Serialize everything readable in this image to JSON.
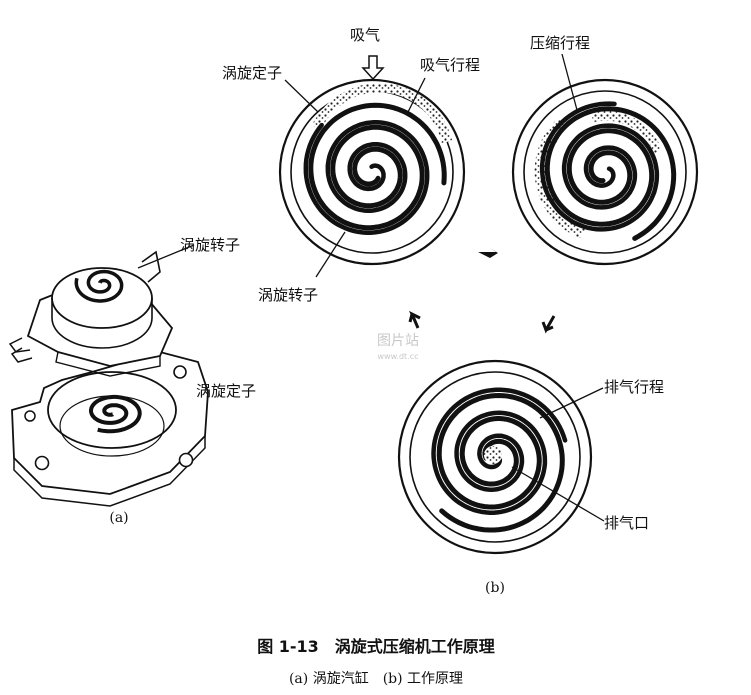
{
  "labels": {
    "intake_top": "吸气",
    "fixed_scroll_b": "涡旋定子",
    "intake_stroke": "吸气行程",
    "compression_stroke": "压缩行程",
    "orbiting_scroll_b": "涡旋转子",
    "orbiting_scroll_a": "涡旋转子",
    "fixed_scroll_a": "涡旋定子",
    "exhaust_stroke": "排气行程",
    "exhaust_port": "排气口",
    "sub_a": "(a)",
    "sub_b": "(b)"
  },
  "watermark": {
    "brand": "图片站",
    "url": "www.dt.cc"
  },
  "caption": {
    "title": "图 1-13　涡旋式压缩机工作原理",
    "subtitle": "(a) 涡旋汽缸　(b) 工作原理"
  }
}
